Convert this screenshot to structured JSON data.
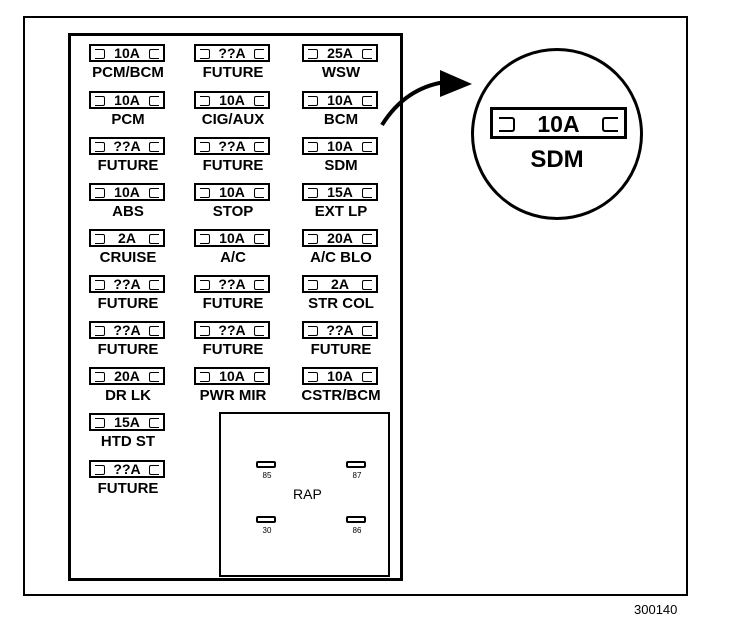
{
  "fuses": [
    {
      "rating": "10A",
      "label": "PCM/BCM"
    },
    {
      "rating": "??A",
      "label": "FUTURE"
    },
    {
      "rating": "25A",
      "label": "WSW"
    },
    {
      "rating": "10A",
      "label": "PCM"
    },
    {
      "rating": "10A",
      "label": "CIG/AUX"
    },
    {
      "rating": "10A",
      "label": "BCM"
    },
    {
      "rating": "??A",
      "label": "FUTURE"
    },
    {
      "rating": "??A",
      "label": "FUTURE"
    },
    {
      "rating": "10A",
      "label": "SDM"
    },
    {
      "rating": "10A",
      "label": "ABS"
    },
    {
      "rating": "10A",
      "label": "STOP"
    },
    {
      "rating": "15A",
      "label": "EXT LP"
    },
    {
      "rating": "2A",
      "label": "CRUISE"
    },
    {
      "rating": "10A",
      "label": "A/C"
    },
    {
      "rating": "20A",
      "label": "A/C BLO"
    },
    {
      "rating": "??A",
      "label": "FUTURE"
    },
    {
      "rating": "??A",
      "label": "FUTURE"
    },
    {
      "rating": "2A",
      "label": "STR COL"
    },
    {
      "rating": "??A",
      "label": "FUTURE"
    },
    {
      "rating": "??A",
      "label": "FUTURE"
    },
    {
      "rating": "??A",
      "label": "FUTURE"
    },
    {
      "rating": "20A",
      "label": "DR LK"
    },
    {
      "rating": "10A",
      "label": "PWR MIR"
    },
    {
      "rating": "10A",
      "label": "CSTR/BCM"
    },
    {
      "rating": "15A",
      "label": "HTD ST"
    },
    {
      "rating": "??A",
      "label": "FUTURE"
    }
  ],
  "relay": {
    "label": "RAP",
    "pins": [
      "85",
      "87",
      "30",
      "86"
    ]
  },
  "callout": {
    "rating": "10A",
    "label": "SDM"
  },
  "figure_id": "300140"
}
